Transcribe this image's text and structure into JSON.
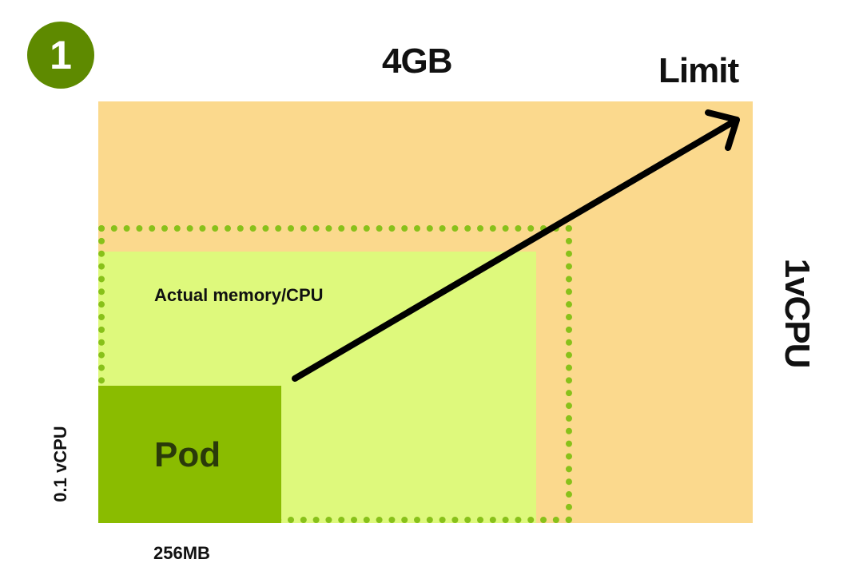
{
  "step": {
    "number": "1"
  },
  "labels": {
    "top": "4GB",
    "limit": "Limit",
    "right": "1vCPU",
    "left": "0.1 vCPU",
    "bottom": "256MB",
    "actual": "Actual memory/CPU",
    "pod": "Pod"
  },
  "colors": {
    "badge": "#5e8a00",
    "limit_area": "#fbd98d",
    "actual_area": "#def97c",
    "request_border": "#88c11a",
    "pod": "#8abc00",
    "arrow": "#000000"
  },
  "icons": {
    "arrow": "arrow-up-right-icon"
  }
}
